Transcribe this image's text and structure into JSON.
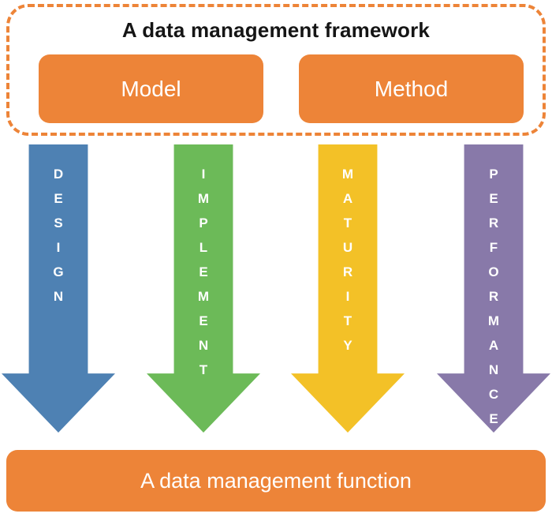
{
  "colors": {
    "accent_orange": "#ED8438",
    "title_text": "#151515",
    "pill_text": "#FFFFFF",
    "arrow_letter_text": "#FFFFFF"
  },
  "framework": {
    "title": "A data management framework",
    "items": [
      {
        "label": "Model"
      },
      {
        "label": "Method"
      }
    ]
  },
  "arrows": [
    {
      "label": "DESIGN",
      "color": "#4E81B3",
      "position": "left-1"
    },
    {
      "label": "IMPLEMENT",
      "color": "#6CBA58",
      "position": "left-2"
    },
    {
      "label": "MATURITY",
      "color": "#F3C127",
      "position": "right-1"
    },
    {
      "label": "PERFORMANCE",
      "color": "#8879A9",
      "position": "right-2"
    }
  ],
  "function_bar": {
    "label": "A data management function"
  }
}
